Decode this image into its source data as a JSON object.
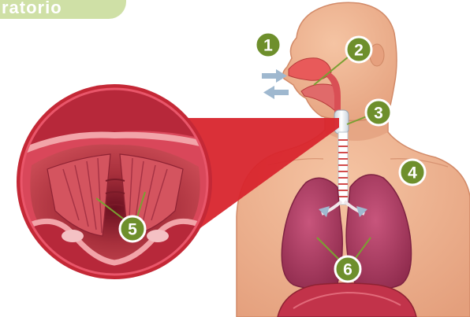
{
  "title": "ratorio",
  "markers": [
    {
      "id": "1",
      "label": "1"
    },
    {
      "id": "2",
      "label": "2"
    },
    {
      "id": "3",
      "label": "3"
    },
    {
      "id": "4",
      "label": "4"
    },
    {
      "id": "5",
      "label": "5"
    },
    {
      "id": "6",
      "label": "6"
    }
  ],
  "colors": {
    "marker_fill": "#6e8f2c",
    "marker_stroke": "#ffffff",
    "marker_text": "#ffffff",
    "leader_line": "#7aa032",
    "skin": "#eeaa85",
    "skin_outline": "#d28a68",
    "lung": "#b73e66",
    "lung_dark": "#8e2a4c",
    "zoom_rim": "#c42836",
    "zoom_inner": "#a8303c",
    "airflow_arrow": "#9fb8cf",
    "title_tab": "#cfe0a6"
  },
  "icons": {
    "airflow_in": "arrow-right-icon",
    "airflow_out": "arrow-left-icon"
  }
}
